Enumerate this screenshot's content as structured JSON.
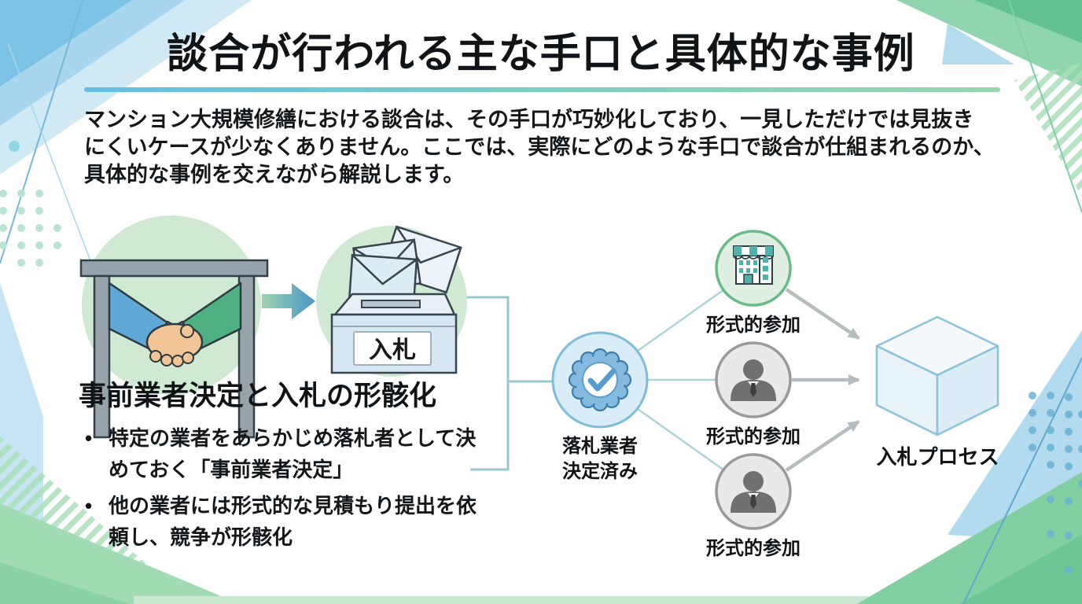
{
  "slide": {
    "title": "談合が行われる主な手口と具体的な事例",
    "intro_lines": [
      "マンション大規模修繕における談合は、その手口が巧妙化しており、一見しただけでは見抜き",
      "にくいケースが少なくありません。ここでは、実際にどのような手口で談合が仕組まれるのか、",
      "具体的な事例を交えながら解説します。"
    ]
  },
  "diagram": {
    "illustration": {
      "handshake_icon": "handshake-under-table",
      "ballot_box_label": "入札"
    },
    "section_heading": "事前業者決定と入札の形骸化",
    "bullets": [
      "特定の業者をあらかじめ落札者として決めておく「事前業者決定」",
      "他の業者には形式的な見積もり提出を依頼し、競争が形骸化"
    ],
    "badge_label_lines": [
      "落札業者",
      "決定済み"
    ],
    "participants": [
      {
        "icon": "storefront-icon",
        "label": "形式的参加"
      },
      {
        "icon": "businessperson-icon",
        "label": "形式的参加"
      },
      {
        "icon": "businessperson-icon",
        "label": "形式的参加"
      }
    ],
    "process_label": "入札プロセス"
  },
  "colors": {
    "underline_blue": "#66bee2",
    "underline_green": "#97d6ab",
    "circle_green_fill": "#cfe9d2",
    "participant_green_border": "#69bb86",
    "participant_gray_border": "#9a9a9a",
    "badge_blue": "#84b9e0",
    "connector_teal": "#98c9d1",
    "arrow_gray": "#b7bcbe",
    "cube_blue": "#8cc3dc",
    "sleeve_blue": "#5fa8d8",
    "sleeve_green": "#4db183",
    "skin": "#f2c597"
  }
}
